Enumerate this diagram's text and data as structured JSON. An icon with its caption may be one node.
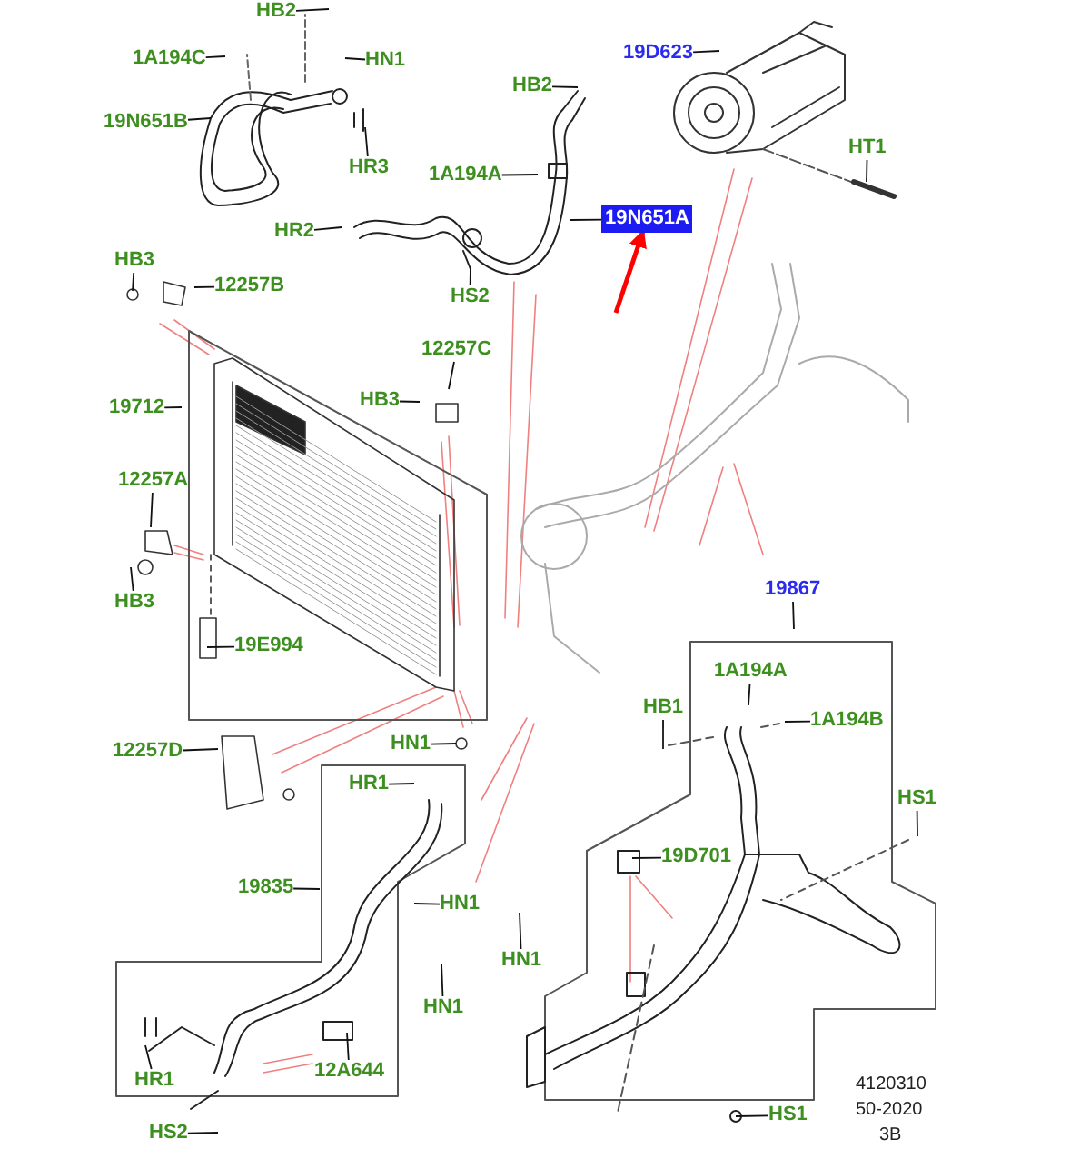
{
  "diagram": {
    "nodes": [
      {
        "text": [
          "HB2"
        ]
      },
      {
        "text": [
          "1A194C"
        ]
      },
      {
        "text": [
          "HN1"
        ]
      },
      {
        "text": [
          "19N651B"
        ]
      },
      {
        "text": [
          "HR3"
        ]
      },
      {
        "text": [
          "HB2"
        ]
      },
      {
        "text": [
          "19D623"
        ]
      },
      {
        "text": [
          "1A194A"
        ]
      },
      {
        "text": [
          "19N651A"
        ]
      },
      {
        "text": [
          "HT1"
        ]
      },
      {
        "text": [
          "HR2"
        ]
      },
      {
        "text": [
          "HB3"
        ]
      },
      {
        "text": [
          "12257B"
        ]
      },
      {
        "text": [
          "HS2"
        ]
      },
      {
        "text": [
          "19712"
        ]
      },
      {
        "text": [
          "12257C"
        ]
      },
      {
        "text": [
          "HB3"
        ]
      },
      {
        "text": [
          "12257A"
        ]
      },
      {
        "text": [
          "HB3"
        ]
      },
      {
        "text": [
          "19E994"
        ]
      },
      {
        "text": [
          "12257D"
        ]
      },
      {
        "text": [
          "HN1"
        ]
      },
      {
        "text": [
          "19867"
        ]
      },
      {
        "text": [
          "1A194A"
        ]
      },
      {
        "text": [
          "HB1"
        ]
      },
      {
        "text": [
          "1A194B"
        ]
      },
      {
        "text": [
          "HR1"
        ]
      },
      {
        "text": [
          "HS1"
        ]
      },
      {
        "text": [
          "19D701"
        ]
      },
      {
        "text": [
          "19835"
        ]
      },
      {
        "text": [
          "HN1"
        ]
      },
      {
        "text": [
          "HN1"
        ]
      },
      {
        "text": [
          "HN1"
        ]
      },
      {
        "text": [
          "12A644"
        ]
      },
      {
        "text": [
          "HR1"
        ]
      },
      {
        "text": [
          "HS2"
        ]
      },
      {
        "text": [
          "HS1"
        ]
      }
    ],
    "edges": [
      {
        "from": 0,
        "to": null,
        "arrow": "none"
      },
      {
        "from": 1,
        "to": null,
        "arrow": "none"
      },
      {
        "from": 2,
        "to": null,
        "arrow": "none"
      },
      {
        "from": 3,
        "to": null,
        "arrow": "none"
      },
      {
        "from": 4,
        "to": null,
        "arrow": "none"
      },
      {
        "from": 5,
        "to": null,
        "arrow": "none"
      },
      {
        "from": 6,
        "to": null,
        "arrow": "none"
      },
      {
        "from": 7,
        "to": null,
        "arrow": "none"
      },
      {
        "from": 8,
        "to": null,
        "arrow": "none"
      },
      {
        "from": 9,
        "to": null,
        "arrow": "none"
      },
      {
        "from": 10,
        "to": null,
        "arrow": "none"
      },
      {
        "from": 11,
        "to": null,
        "arrow": "none"
      },
      {
        "from": 12,
        "to": null,
        "arrow": "none"
      },
      {
        "from": 13,
        "to": null,
        "arrow": "none"
      },
      {
        "from": 14,
        "to": null,
        "arrow": "none"
      },
      {
        "from": 15,
        "to": null,
        "arrow": "none"
      },
      {
        "from": 16,
        "to": null,
        "arrow": "none"
      },
      {
        "from": 17,
        "to": null,
        "arrow": "none"
      },
      {
        "from": 18,
        "to": null,
        "arrow": "none"
      },
      {
        "from": 19,
        "to": null,
        "arrow": "none"
      },
      {
        "from": 20,
        "to": null,
        "arrow": "none"
      },
      {
        "from": 21,
        "to": null,
        "arrow": "none"
      },
      {
        "from": 22,
        "to": null,
        "arrow": "none"
      },
      {
        "from": 23,
        "to": null,
        "arrow": "none"
      },
      {
        "from": 24,
        "to": null,
        "arrow": "none"
      },
      {
        "from": 25,
        "to": null,
        "arrow": "none"
      },
      {
        "from": 26,
        "to": null,
        "arrow": "none"
      },
      {
        "from": 27,
        "to": null,
        "arrow": "none"
      },
      {
        "from": 28,
        "to": null,
        "arrow": "none"
      },
      {
        "from": 29,
        "to": null,
        "arrow": "none"
      },
      {
        "from": 30,
        "to": null,
        "arrow": "none"
      },
      {
        "from": 31,
        "to": null,
        "arrow": "none"
      },
      {
        "from": 32,
        "to": null,
        "arrow": "none"
      },
      {
        "from": 33,
        "to": null,
        "arrow": "none"
      },
      {
        "from": 34,
        "to": null,
        "arrow": "none"
      },
      {
        "from": 35,
        "to": null,
        "arrow": "none"
      },
      {
        "from": 36,
        "to": null,
        "arrow": "none"
      },
      {
        "from": null,
        "to": 8,
        "arrow": "to",
        "style": "thick",
        "color": "#ff0000"
      }
    ],
    "labels": [
      "4120310",
      "50-2020",
      "3B"
    ]
  }
}
